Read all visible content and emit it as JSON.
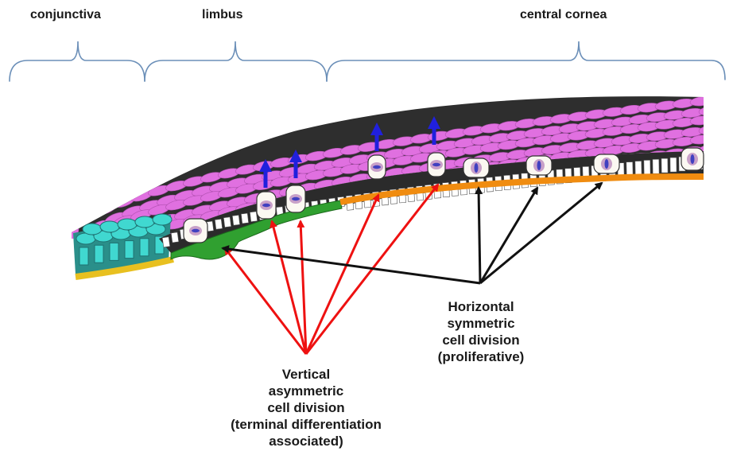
{
  "regions": {
    "conjunctiva": "conjunctiva",
    "limbus": "limbus",
    "central_cornea": "central cornea"
  },
  "captions": {
    "horizontal": [
      "Horizontal",
      "symmetric",
      "cell division",
      "(proliferative)"
    ],
    "vertical": [
      "Vertical",
      "asymmetric",
      "cell division",
      "(terminal differentiation",
      "associated)"
    ]
  },
  "colors": {
    "superficial_cells": "#e070e0",
    "cell_outline": "#3a3a3a",
    "conjunctival_cells": "#40d8d0",
    "conjunctival_basement": "#e8c020",
    "limbal_niche": "#30a030",
    "corneal_basement": "#f08c10",
    "vertical_division_arrow": "#ee1111",
    "horizontal_division_arrow": "#111111",
    "upward_migration_arrow": "#2020dd",
    "bracket": "#6b8fb8"
  }
}
